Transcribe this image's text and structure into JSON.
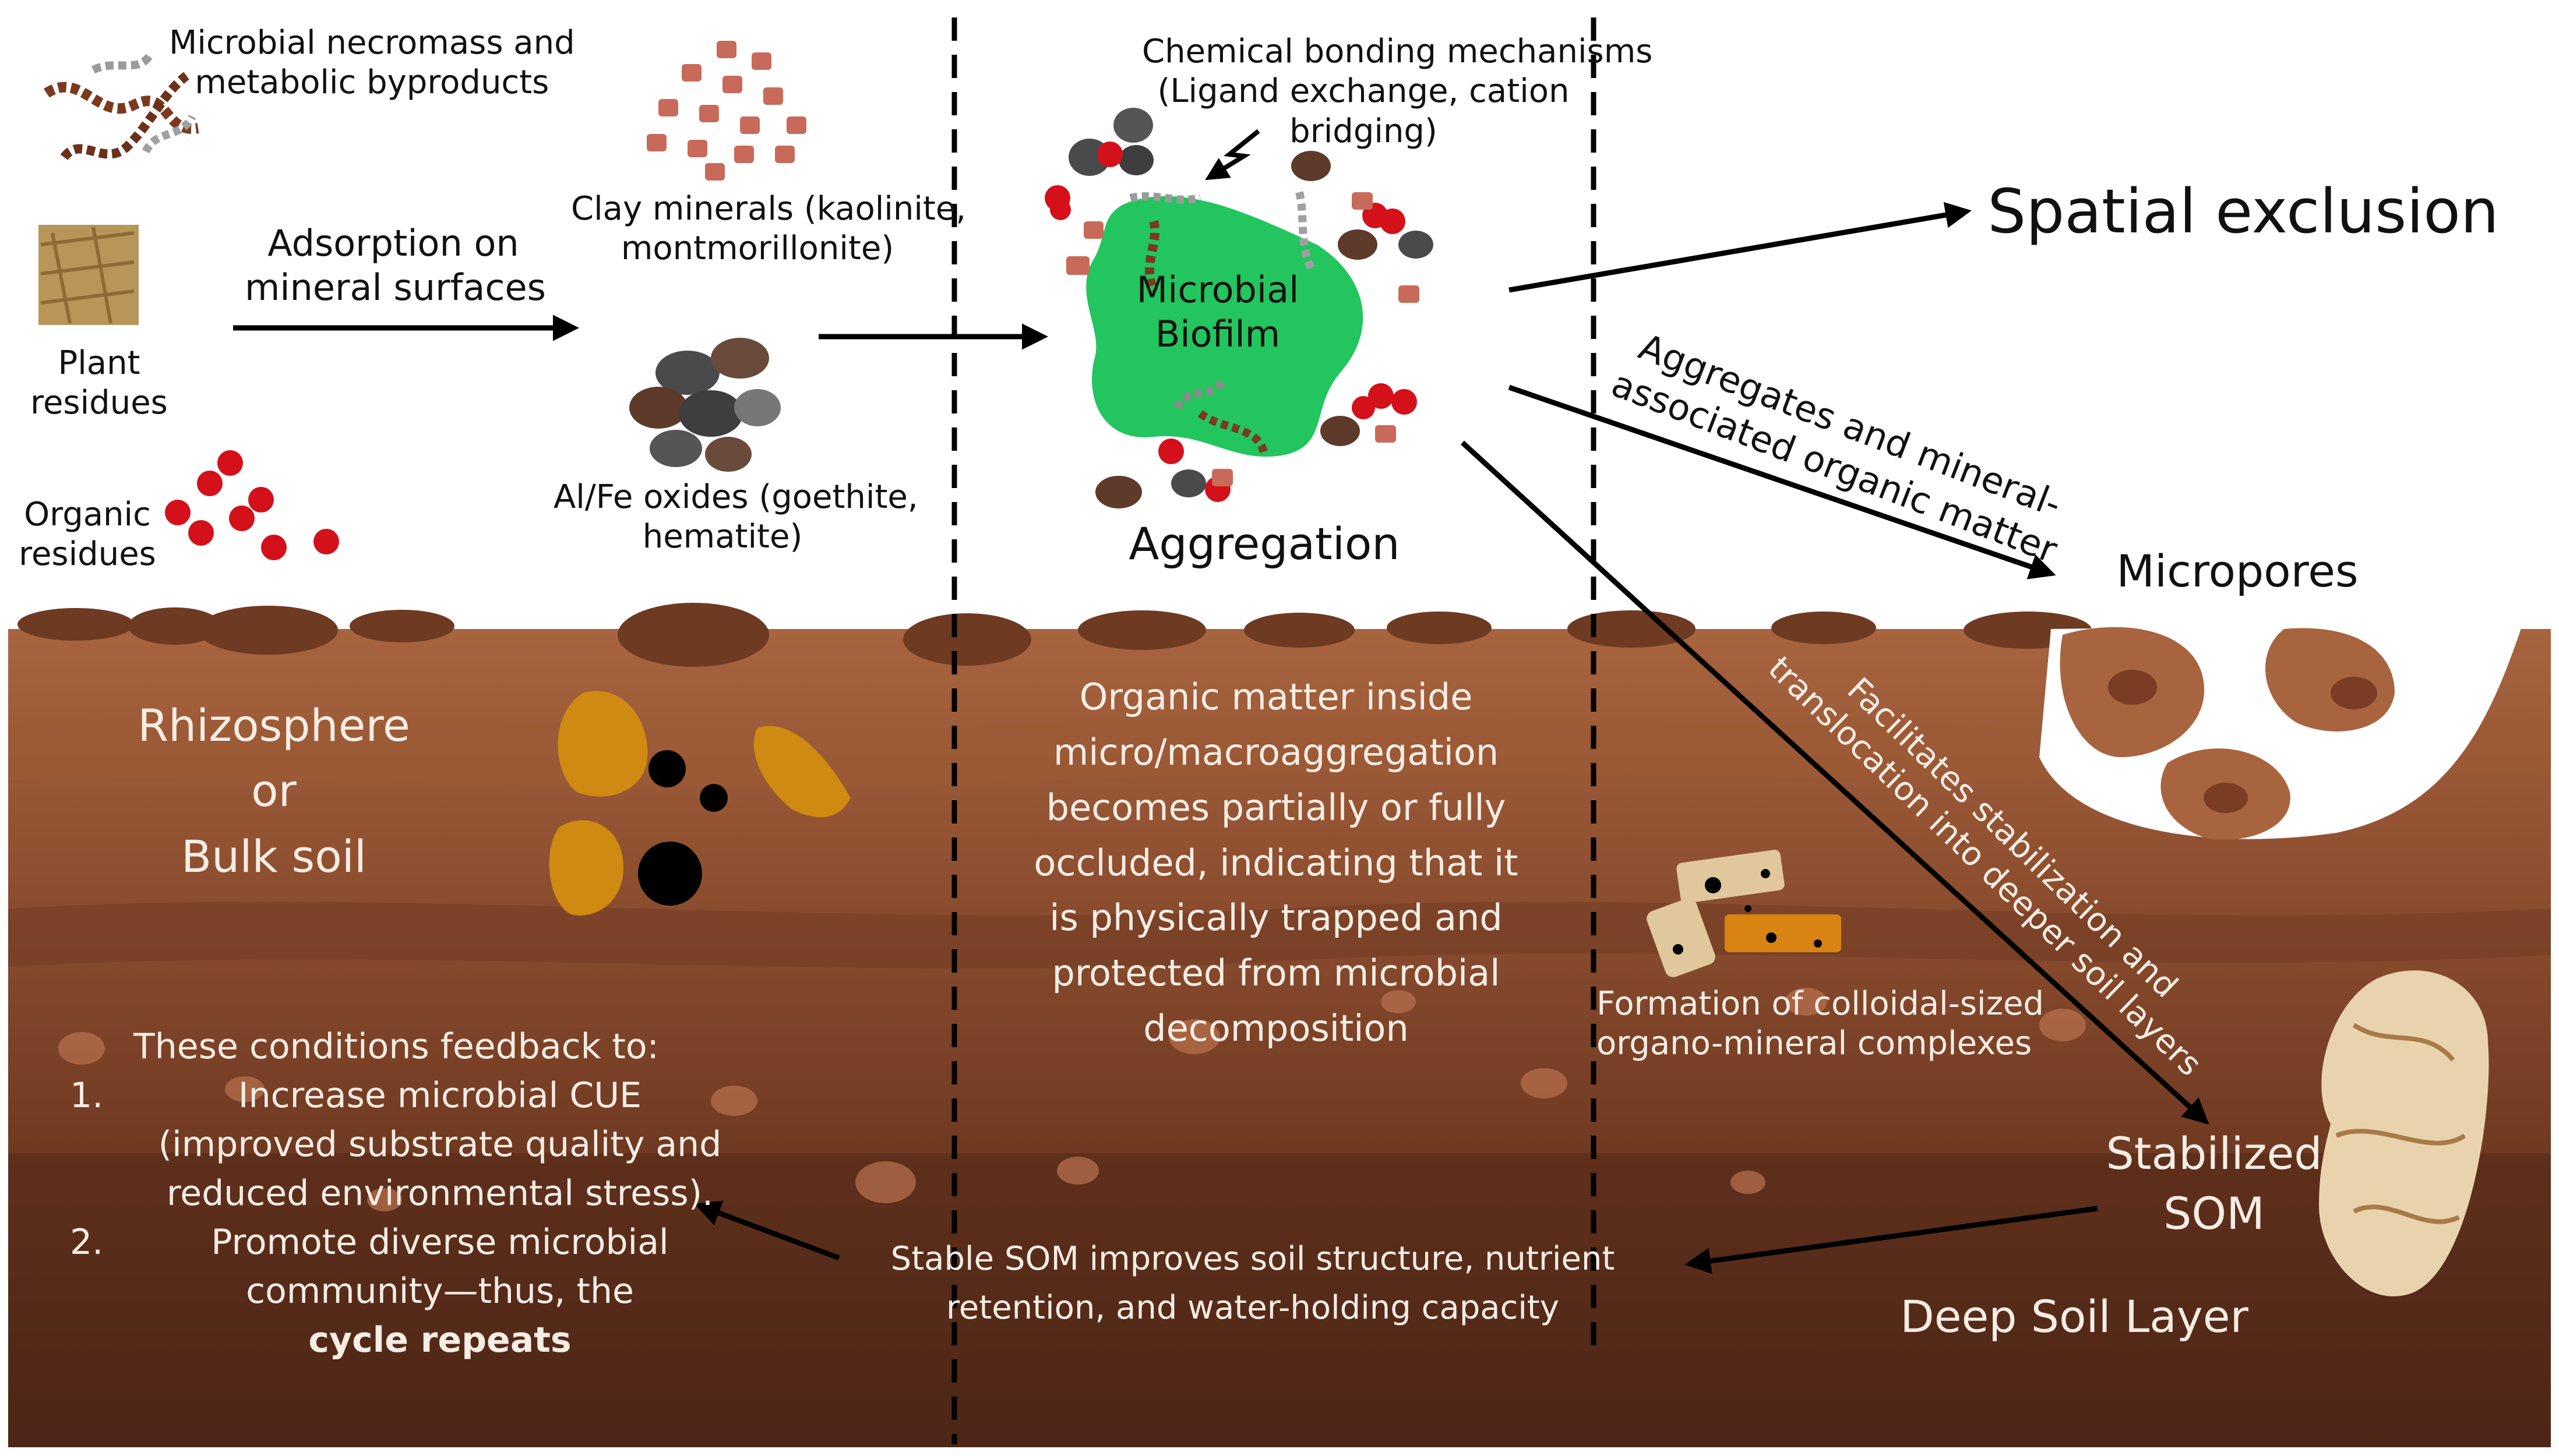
{
  "labels": {
    "necromass": [
      "Microbial necromass and",
      "metabolic byproducts"
    ],
    "plant_residues": [
      "Plant",
      "residues"
    ],
    "organic_residues": [
      "Organic",
      "residues"
    ],
    "adsorption": [
      "Adsorption on",
      "mineral surfaces"
    ],
    "clay_minerals": [
      "Clay minerals (kaolinite,",
      "montmorillonite)"
    ],
    "oxides": [
      "Al/Fe oxides (goethite,",
      "hematite)"
    ],
    "chemical_bonding": [
      "Chemical bonding mechanisms",
      "(Ligand exchange, cation",
      "bridging)"
    ],
    "biofilm": [
      "Microbial",
      "Biofilm"
    ],
    "aggregation": "Aggregation",
    "spatial_exclusion": "Spatial exclusion",
    "aggregates_mineral": [
      "Aggregates and mineral-",
      "associated organic matter"
    ],
    "micropores": "Micropores",
    "rhizosphere": [
      "Rhizosphere",
      "or",
      "Bulk soil"
    ],
    "occlusion": [
      "Organic matter inside",
      "micro/macroaggregation",
      "becomes partially or fully",
      "occluded, indicating that it",
      "is physically trapped and",
      "protected from microbial",
      "decomposition"
    ],
    "stabilization_translocation": [
      "Facilitates stabilization and",
      "translocation into deeper soil layers"
    ],
    "colloidal": [
      "Formation of colloidal-sized",
      "organo-mineral complexes"
    ],
    "stabilized_som": [
      "Stabilized",
      "SOM"
    ],
    "deep_soil": "Deep Soil Layer",
    "stable_som_benefits": [
      "Stable SOM improves soil structure, nutrient",
      "retention, and water-holding capacity"
    ]
  },
  "feedback": {
    "heading": "These conditions feedback to:",
    "item1_number": "1.",
    "item1_line1": "Increase microbial CUE",
    "item1_line2": "(improved substrate quality and",
    "item1_line3": "reduced environmental stress).",
    "item2_number": "2.",
    "item2_line1": "Promote diverse microbial",
    "item2_line2": "community—thus, the",
    "item2_line3": "cycle repeats"
  },
  "colors": {
    "biofilm": "#22c55e",
    "residue_red": "#d4101a",
    "soil_top": "#9a5a38",
    "soil_mid": "#7c4127",
    "soil_deep": "#4a2516",
    "pebble": "#b06b4a",
    "orange_clump": "#cf8a12",
    "text_light": "#f6ede4"
  }
}
